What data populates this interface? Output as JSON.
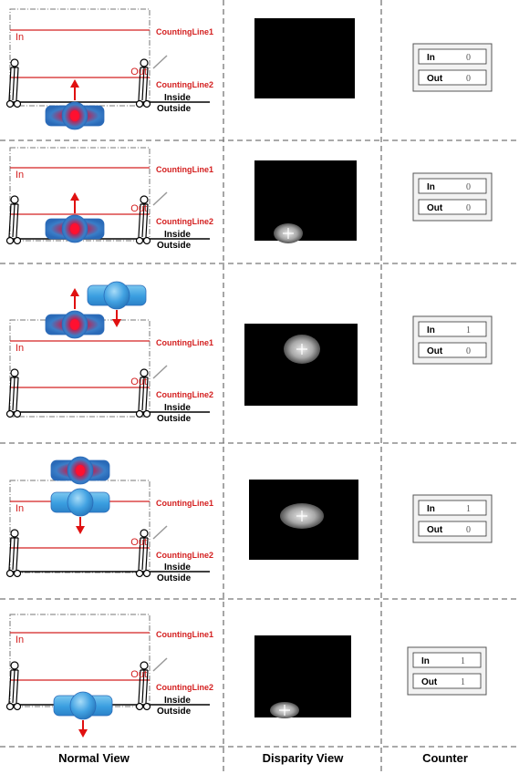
{
  "labels": {
    "line1": "CountingLine1",
    "line2": "CountingLine2",
    "in": "In",
    "out": "Out",
    "inside": "Inside",
    "outside": "Outside"
  },
  "columns": {
    "normal": "Normal View",
    "disparity": "Disparity View",
    "counter": "Counter"
  },
  "rows": [
    {
      "in_count": "0",
      "out_count": "0"
    },
    {
      "in_count": "0",
      "out_count": "0"
    },
    {
      "in_count": "1",
      "out_count": "0"
    },
    {
      "in_count": "1",
      "out_count": "0"
    },
    {
      "in_count": "1",
      "out_count": "1"
    }
  ],
  "colors": {
    "line": "#d42020",
    "arrow": "#e01010",
    "person_blue": "#4aa8e0",
    "person_red": "#e0203a",
    "frame": "#000000"
  }
}
